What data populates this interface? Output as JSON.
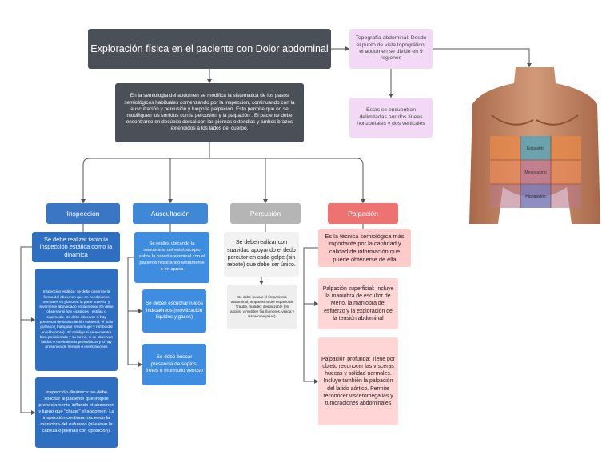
{
  "title": "Exploración física en el paciente con Dolor abdominal",
  "intro": "En la semiología del abdomen se modifica la sistematica de los pasos semiológicos habituales comenzando por la inspección, continuando con la auscultación y percusión y luego la palpación. Esto permite que no se modifiquen los sonidos con la percusión y la palpación . El paciente debe encontrarse en decúbito dorsal con las piernas extendias y ambos  brazos extendidos a los lados del cuerpo.",
  "topografia": "Topografía abdominal: Desde el punto de vista topográfico, el abdomen se divide en 9 regiones",
  "lineas": "Estas se encuentran delimitadas por dos líneas horizontales y dos verticales",
  "headers": {
    "inspeccion": "Inspección",
    "auscultacion": "Auscultación",
    "percusion": "Percusión",
    "palpacion": "Palpación"
  },
  "inspeccion": {
    "main": "Se debe realizar tanto la inspección estática como la dinámica",
    "estatica": "Inspección estática: se debe observar la forma del abdomen que en condiciones normales es plano en la parte superior y levemente abovedado en la inferior Se debe observar si hay cicatrices , estrías o equimosis. Se debe observar si hay presencia de la circulación colateral, el ucilo pulvano ( triangular en la mujer y romboidal en el hombre) . El ombligo si se encuentra bien posicionado y su forma, si se observan latidos o movimientos peristálticos y si hay presencia de hernias o eventraciones",
    "dinamica": "Inspección dinámica: se debe solicitar al paciente que inspire profundamente inflando el abdomen y luego que \"chupe\" el abdomen. La inspección continua haciendo la maniobra del esfuerzo (al elevar la cabeza o piernas con oposición)."
  },
  "auscultacion": {
    "a1": "Se realiza ubicando la membrana del estetoscopio sobre la pared abdominal con el paciente respirando lentamente o en apnea",
    "a2": "Se deben escuchar ruidos hidroaéreos (movilización líquidos y gases)",
    "a3": "Se debe buscar presencia de soplos, frotes o murmullo venoso"
  },
  "percusion": {
    "p1": "Se debe realizar con suavidad apoyando el dedo percutor en cada golpe (sin rebote) que debe ser único.",
    "p2": "Se debe buscar el timpanismo abdominal, timpanismo del espacio de Traube, matidez desplazable (en ascitis) y matidez fija (tumores, vejiga y visceromegalias)."
  },
  "palpacion": {
    "l1": "Es la técnica semiológica más importante por la cantidad y calidad de información que puede obtenerse de ella",
    "l2": "Palpación superficial: Incluye la maniobra de escultor de Merlo, la maniobra del esfuerzo y la exploración de la tensión abdominal",
    "l3": "Palpación profunda: Tiene por objeto reconocer las vísceras huecas y sólidad normales. Incluye también la palpación del latido aórtico. Permite reconocer visceromegalias y tumoraciones abdominales"
  },
  "regions": {
    "epigastrio": "Epigastrio",
    "mesogastrio": "Mesogastrio",
    "hipogastrio": "Hipogastrio"
  },
  "colors": {
    "dark": "#4a4f58",
    "pink": "#f2d9f6",
    "blue": "#3a76c4",
    "gray": "#b5b5b5",
    "red": "#ef7272"
  }
}
